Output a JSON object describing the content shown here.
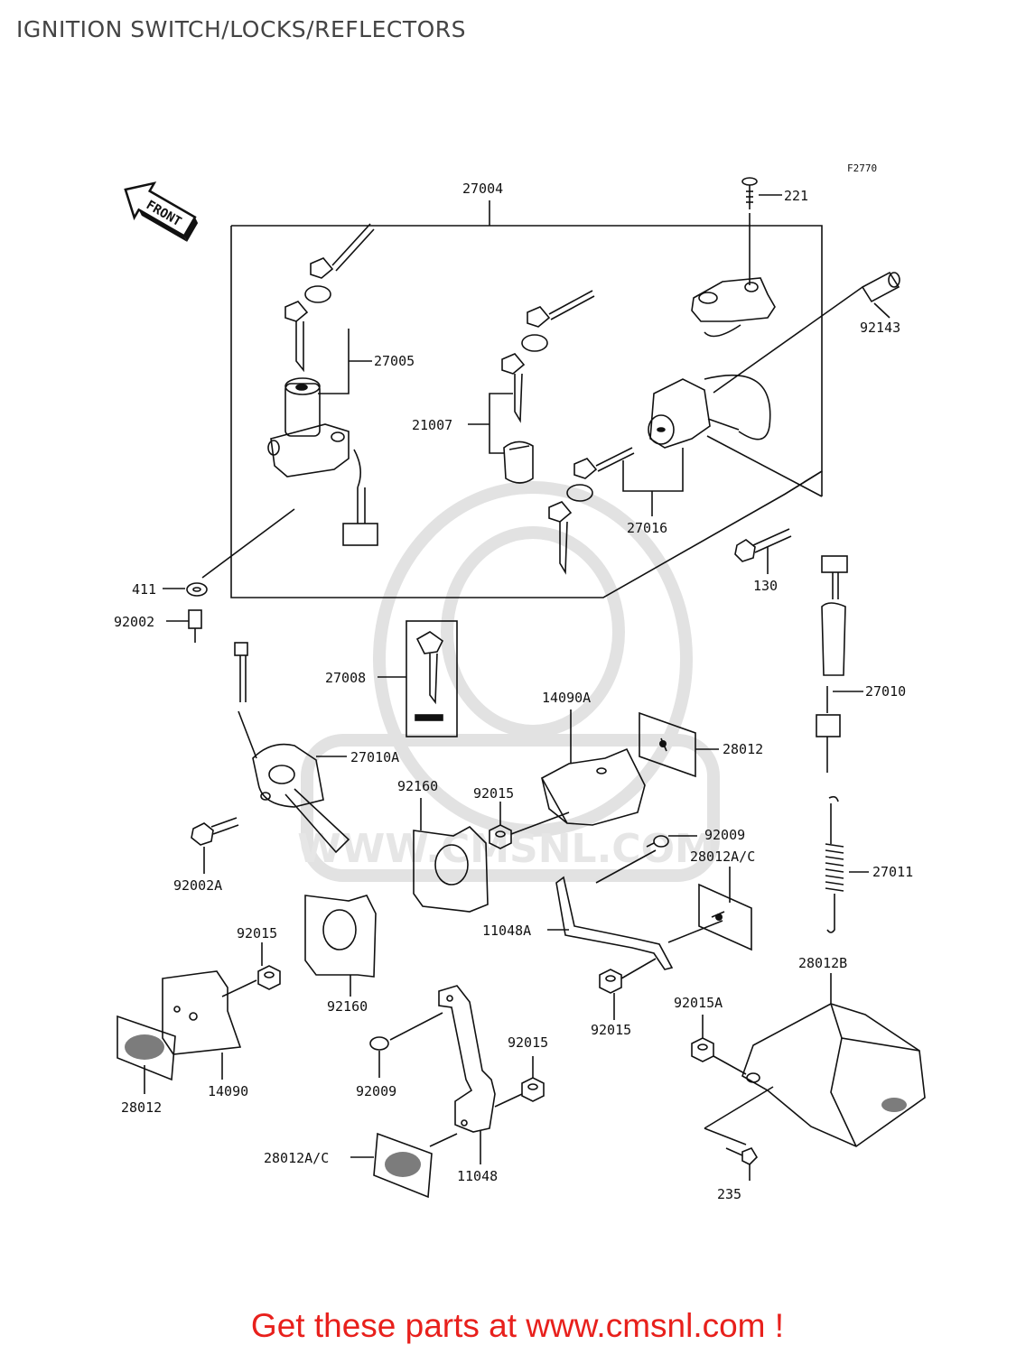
{
  "title": "IGNITION SWITCH/LOCKS/REFLECTORS",
  "figure_code": "F2770",
  "direction_label": "FRONT",
  "watermark": "WWW.CMSNL.COM",
  "cta": "Get these parts at www.cmsnl.com !",
  "colors": {
    "cta": "#e8201c",
    "line": "#111111",
    "watermark": "#dcdcdc"
  },
  "parts": {
    "p27004": "27004",
    "p221": "221",
    "p92143": "92143",
    "p27005": "27005",
    "p21007": "21007",
    "p27016": "27016",
    "p411": "411",
    "p92002": "92002",
    "p130": "130",
    "p27008": "27008",
    "p27010": "27010",
    "p14090A": "14090A",
    "p28012_top": "28012",
    "p27010A": "27010A",
    "p92160_top": "92160",
    "p92015_mid": "92015",
    "p92009_top": "92009",
    "p28012AC_top": "28012A/C",
    "p27011": "27011",
    "p92002A": "92002A",
    "p11048A": "11048A",
    "p92015_left": "92015",
    "p92160_bottom": "92160",
    "p28012B": "28012B",
    "p92015_right": "92015",
    "p92015A": "92015A",
    "p28012_left": "28012",
    "p14090": "14090",
    "p92009_bottom": "92009",
    "p92015_bottom": "92015",
    "p28012AC_bottom": "28012A/C",
    "p11048": "11048",
    "p235": "235"
  }
}
